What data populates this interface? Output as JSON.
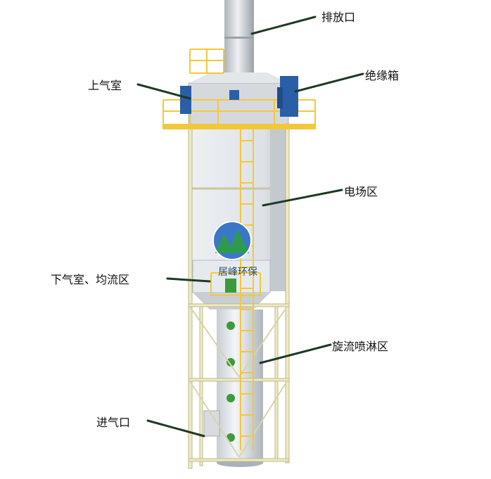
{
  "labels": {
    "outlet": "排放口",
    "upper_chamber": "上气室",
    "insulation_box": "绝缘箱",
    "field_zone": "电场区",
    "lower_chamber": "下气室、均流区",
    "spray_zone": "旋流喷淋区",
    "inlet": "进气口"
  },
  "watermark": {
    "text": "居峰环保"
  },
  "colors": {
    "frame": "#eeeac4",
    "frame_edge": "#bdb88a",
    "railing": "#f2c83a",
    "body": "#d9dde3",
    "body_shade": "#b9c0c8",
    "motor": "#2a5fa8",
    "nozzle": "#3a9b3a",
    "leader": "#1c3a22"
  }
}
